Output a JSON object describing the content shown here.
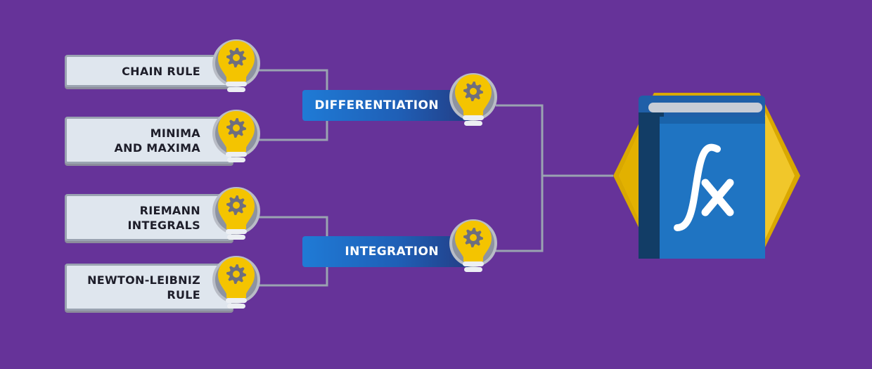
{
  "leaves": [
    {
      "label": "CHAIN RULE"
    },
    {
      "label": "MINIMA\nAND MAXIMA"
    },
    {
      "label": "RIEMANN\nINTEGRALS"
    },
    {
      "label": "NEWTON-LEIBNIZ\nRULE"
    }
  ],
  "branches": [
    {
      "label": "DIFFERENTIATION"
    },
    {
      "label": "INTEGRATION"
    }
  ],
  "icons": {
    "bulb": "lightbulb-gear-icon",
    "root": "book-integral-icon"
  },
  "colors": {
    "background": "#663399",
    "bulb_yellow": "#f2c300",
    "branch_blue": "#1f6ac4",
    "leaf_fill": "#dfe6ee",
    "emblem_gold": "#e4b300",
    "book_blue": "#1f74c2"
  }
}
